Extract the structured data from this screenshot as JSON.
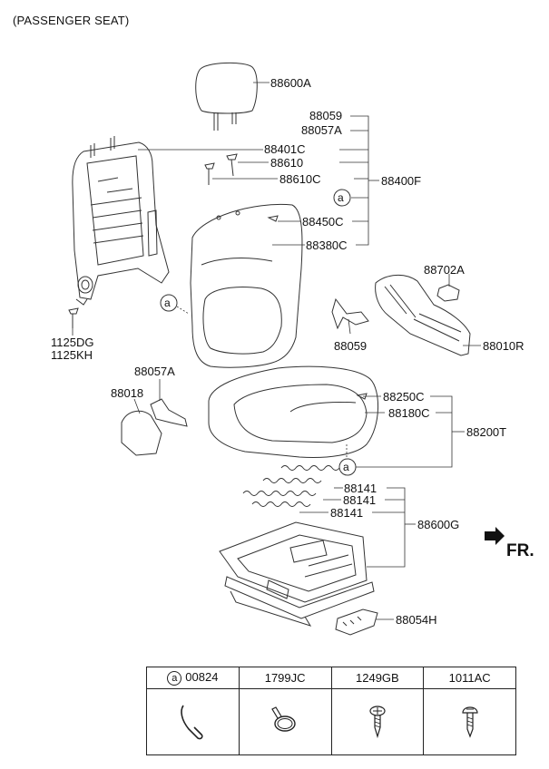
{
  "title": "(PASSENGER SEAT)",
  "direction_label": "FR.",
  "callout": "a",
  "parts": {
    "headrest": "88600A",
    "p88059_top": "88059",
    "p88057A_top": "88057A",
    "p88401C": "88401C",
    "p88610": "88610",
    "p88610C": "88610C",
    "p88400F": "88400F",
    "p88450C": "88450C",
    "p88380C": "88380C",
    "p1125DG": "1125DG",
    "p1125KH": "1125KH",
    "p88702A": "88702A",
    "p88059_mid": "88059",
    "p88010R": "88010R",
    "p88057A_mid": "88057A",
    "p88018": "88018",
    "p88250C": "88250C",
    "p88180C": "88180C",
    "p88200T": "88200T",
    "p88141_a": "88141",
    "p88141_b": "88141",
    "p88141_c": "88141",
    "p88600G": "88600G",
    "p88054H": "88054H"
  },
  "legend": {
    "headers": [
      "00824",
      "1799JC",
      "1249GB",
      "1011AC"
    ],
    "first_header_marker": "a",
    "icons": [
      "wire-clip-icon",
      "hose-clamp-icon",
      "tapping-screw-icon",
      "screw-icon"
    ]
  }
}
